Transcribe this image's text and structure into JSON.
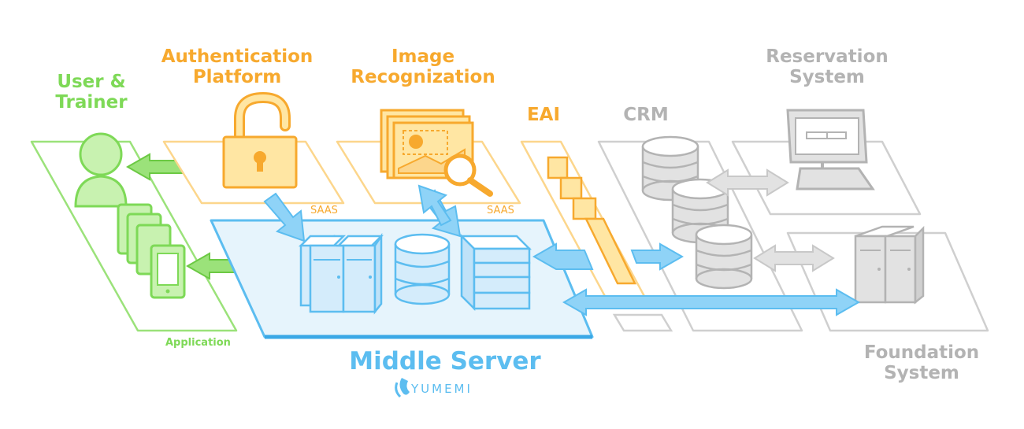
{
  "labels": {
    "user_trainer": "User &\nTrainer",
    "auth_platform": "Authentication\nPlatform",
    "image_recognization": "Image\nRecognization",
    "eai": "EAI",
    "crm": "CRM",
    "reservation_system": "Reservation\nSystem",
    "foundation_system": "Foundation\nSystem",
    "middle_server": "Middle Server",
    "application": "Application",
    "saas_1": "SAAS",
    "saas_2": "SAAS",
    "logo_text": "YUMEMI"
  },
  "colors": {
    "green": "#7ed957",
    "orange": "#f7a92e",
    "gray": "#b3b3b3",
    "blue": "#5cbdf0",
    "light_blue_fill": "#e6f4fc",
    "light_orange_fill": "#ffe6a3"
  }
}
